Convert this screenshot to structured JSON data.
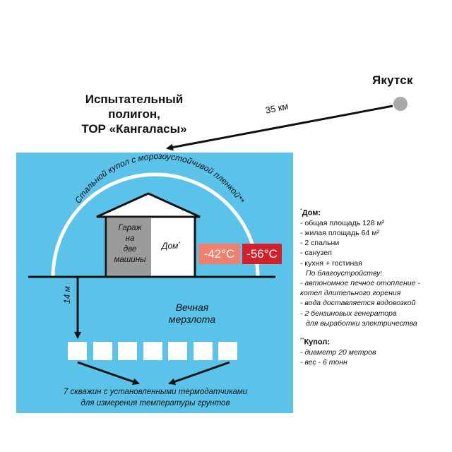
{
  "city": "Якутск",
  "site": {
    "title_lines": [
      "Испытательный",
      "полигон,",
      "ТОР «Кангаласы»"
    ]
  },
  "distance": "35 км",
  "dome_label": "Стальной купол с морозоустойчивой пленкой**",
  "garage_lines": [
    "Гараж",
    "на",
    "две",
    "машины"
  ],
  "house_label": "Дом",
  "house_marker": "*",
  "temp_inside": "-42°C",
  "temp_outside": "-56°C",
  "depth": "14 м",
  "permafrost_lines": [
    "Вечная",
    "мерзлота"
  ],
  "wells_caption_lines": [
    "7 скважин с установленными термодатчиками",
    "для измерения температуры грунтов"
  ],
  "sensor_count": 7,
  "notes": {
    "house": {
      "marker": "*",
      "title": "Дом:",
      "items": [
        "- общая площадь 128 м²",
        "- жилая площадь 64 м²",
        "- 2 спальни",
        "- санузел",
        "- кухня + гостиная"
      ],
      "sub_title": "По благоустройству:",
      "sub_items": [
        "- автономное печное отопление -",
        "котел длительного горения",
        "- вода доставляется водовозкой",
        "- 2 бензиновых генератора",
        "для выработки электричества"
      ]
    },
    "dome": {
      "marker": "**",
      "title": "Купол:",
      "items": [
        "- диаметр 20 метров",
        "- вес - 6 тонн"
      ]
    }
  },
  "colors": {
    "panel": "#5bc2ea",
    "temp_inside": "#f07f6e",
    "temp_outside": "#d5202c",
    "garage": "#9b9b9b",
    "city_dot": "#a9a9a9"
  }
}
